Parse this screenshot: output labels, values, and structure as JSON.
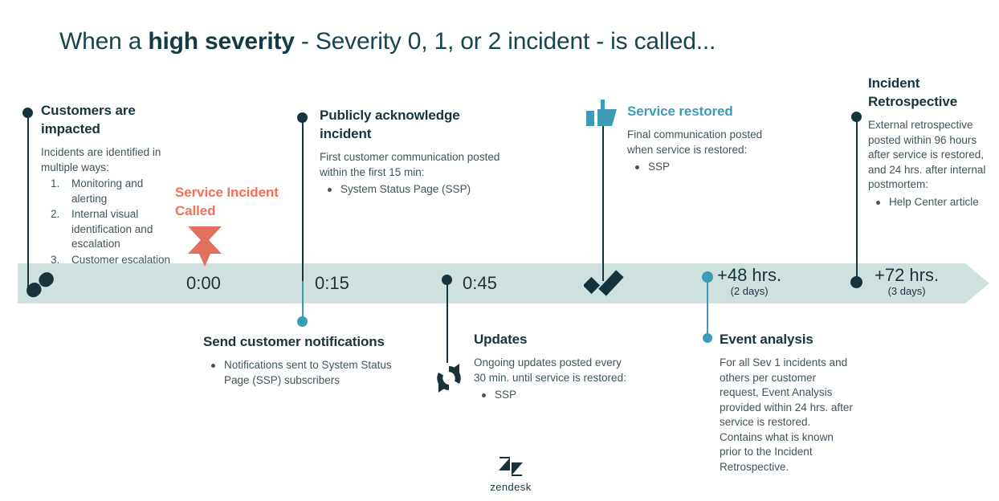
{
  "title": {
    "pre": "When a ",
    "bold": "high severity",
    "post": " - Severity 0, 1, or 2 incident - is called..."
  },
  "colors": {
    "navy": "#17343d",
    "teal": "#3e9bb5",
    "coral": "#e2705e",
    "bar": "#cfe1df",
    "body_text": "#40545c"
  },
  "timeline": {
    "ticks": [
      {
        "label": "0:00",
        "sub": ""
      },
      {
        "label": "0:15",
        "sub": ""
      },
      {
        "label": "0:45",
        "sub": ""
      },
      {
        "label": "+48 hrs.",
        "sub": "(2 days)"
      },
      {
        "label": "+72 hrs.",
        "sub": "(3 days)"
      }
    ]
  },
  "incident_called": {
    "line1": "Service Incident",
    "line2": "Called"
  },
  "blocks": {
    "customers_impacted": {
      "heading_l1": "Customers are",
      "heading_l2": "impacted",
      "intro": "Incidents are identified in multiple ways:",
      "items": [
        "Monitoring and alerting",
        "Internal visual identification and escalation",
        "Customer escalation"
      ]
    },
    "publicly_acknowledge": {
      "heading_l1": "Publicly acknowledge",
      "heading_l2": "incident",
      "intro": "First customer communication posted within the first 15 min:",
      "items": [
        "System Status Page (SSP)"
      ]
    },
    "service_restored": {
      "heading": "Service restored",
      "intro": "Final communication posted when service is restored:",
      "items": [
        "SSP"
      ]
    },
    "incident_retrospective": {
      "heading_l1": "Incident",
      "heading_l2": "Retrospective",
      "intro": "External retrospective posted within 96 hours after service is restored, and 24 hrs. after internal postmortem:",
      "items": [
        "Help Center article"
      ]
    },
    "send_notifications": {
      "heading": "Send customer notifications",
      "intro": "",
      "items": [
        "Notifications sent to System Status Page (SSP) subscribers"
      ]
    },
    "updates": {
      "heading": "Updates",
      "intro": "Ongoing updates posted every 30 min. until service is restored:",
      "items": [
        "SSP"
      ]
    },
    "event_analysis": {
      "heading": "Event analysis",
      "intro": "For all Sev 1 incidents and others per customer request, Event Analysis provided within 24 hrs. after service is restored. Contains what is known prior to the Incident Retrospective.",
      "items": []
    }
  },
  "logo": {
    "word": "zendesk"
  }
}
